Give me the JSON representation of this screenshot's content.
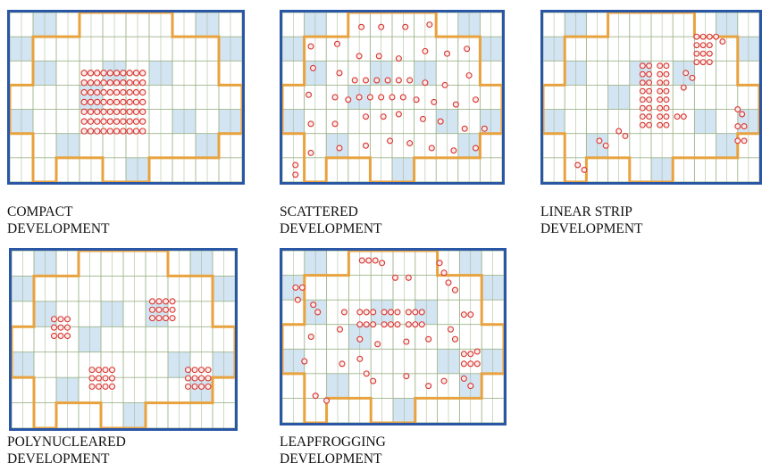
{
  "colors": {
    "frame": "#2a56a6",
    "grid": "#9db48a",
    "shade": "#d3e4f2",
    "boundary": "#e8a23e",
    "house": "#d7352f"
  },
  "panels": [
    {
      "id": "compact",
      "title": [
        "COMPACT",
        "DEVELOPMENT"
      ]
    },
    {
      "id": "scattered",
      "title": [
        "SCATTERED",
        "DEVELOPMENT"
      ]
    },
    {
      "id": "linear",
      "title": [
        "LINEAR STRIP",
        "DEVELOPMENT"
      ]
    },
    {
      "id": "polynucleared",
      "title": [
        "POLYNUCLEARED",
        "DEVELOPMENT"
      ]
    },
    {
      "id": "leapfrogging",
      "title": [
        "LEAPFROGGING",
        "DEVELOPMENT"
      ]
    }
  ]
}
